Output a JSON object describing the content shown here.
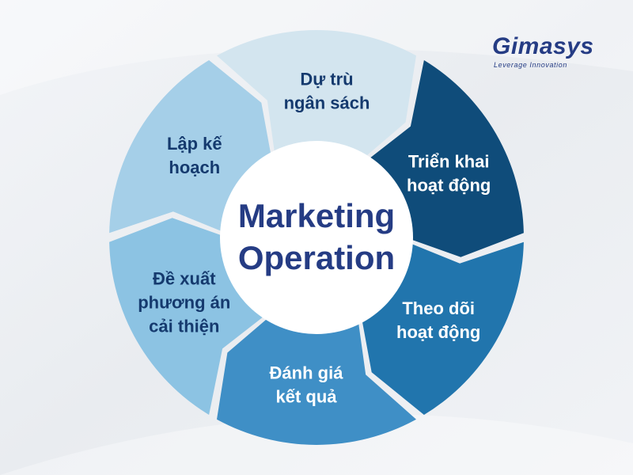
{
  "center": {
    "line1": "Marketing",
    "line2": "Operation"
  },
  "segments": [
    {
      "lines": [
        "Dự trù",
        "ngân sách"
      ],
      "color": "#d3e5ef",
      "text_color": "#153a6e"
    },
    {
      "lines": [
        "Triển khai",
        "hoạt động"
      ],
      "color": "#0f4c7a",
      "text_color": "#ffffff"
    },
    {
      "lines": [
        "Theo dõi",
        "hoạt động"
      ],
      "color": "#2175ad",
      "text_color": "#ffffff"
    },
    {
      "lines": [
        "Đánh giá",
        "kết quả"
      ],
      "color": "#3f8fc6",
      "text_color": "#ffffff"
    },
    {
      "lines": [
        "Đề xuất",
        "phương án",
        "cải thiện"
      ],
      "color": "#8cc3e3",
      "text_color": "#153a6e"
    },
    {
      "lines": [
        "Lập kế",
        "hoạch"
      ],
      "color": "#a5cfe8",
      "text_color": "#153a6e"
    }
  ],
  "logo": {
    "text": "Gimasys",
    "tagline": "Leverage Innovation",
    "color": "#253c84",
    "accent_color": "#e5342b"
  },
  "colors": {
    "center_text": "#253c84",
    "background": "#eceff3"
  }
}
